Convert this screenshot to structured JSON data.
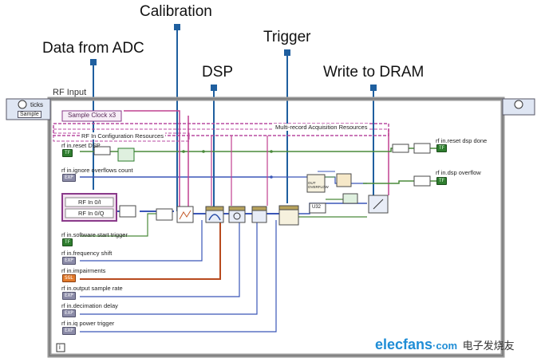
{
  "callouts": {
    "calibration": "Calibration",
    "data_from_adc": "Data from ADC",
    "dsp": "DSP",
    "trigger": "Trigger",
    "write_to_dram": "Write to DRAM"
  },
  "diagram": {
    "frame_title": "RF Input",
    "ticks_label": "ticks",
    "sample_label": "Sample",
    "sample_clock": "Sample Clock x3",
    "multi_record_label": "Multi-record Acquisition Resources",
    "rf_config_label": "RF In Configuration Resources",
    "rf_in_i": "RF In 0/I",
    "rf_in_q": "RF In 0/Q",
    "info_icon": "i",
    "inputs": [
      {
        "label": "rf in.reset DSP",
        "type": "TF"
      },
      {
        "label": "rf in.ignore overflows count",
        "type": "EXP"
      },
      {
        "label": "rf in.software start trigger",
        "type": "TF"
      },
      {
        "label": "rf in.frequency shift",
        "type": "EXP"
      },
      {
        "label": "rf in.impairments",
        "type": "SGL"
      },
      {
        "label": "rf in.output sample rate",
        "type": "EXP"
      },
      {
        "label": "rf in.decimation delay",
        "type": "EXP"
      },
      {
        "label": "rf in.iq power trigger",
        "type": "EXP"
      }
    ],
    "outputs": [
      {
        "label": "rf in.reset dsp done",
        "type": "TF"
      },
      {
        "label": "rf in.dsp overflow",
        "type": "TF"
      }
    ],
    "u32_label": "U32",
    "overflow_label": "OUT OVERFLOW"
  },
  "watermark": {
    "brand": "elecfans",
    "suffix": "·com",
    "cn": "电子发烧友"
  },
  "colors": {
    "wire_blue": "#3a56b8",
    "wire_green": "#4a8a3a",
    "wire_pink": "#c04090",
    "wire_orange": "#b84a1e",
    "callout_line": "#1f5f9f"
  }
}
